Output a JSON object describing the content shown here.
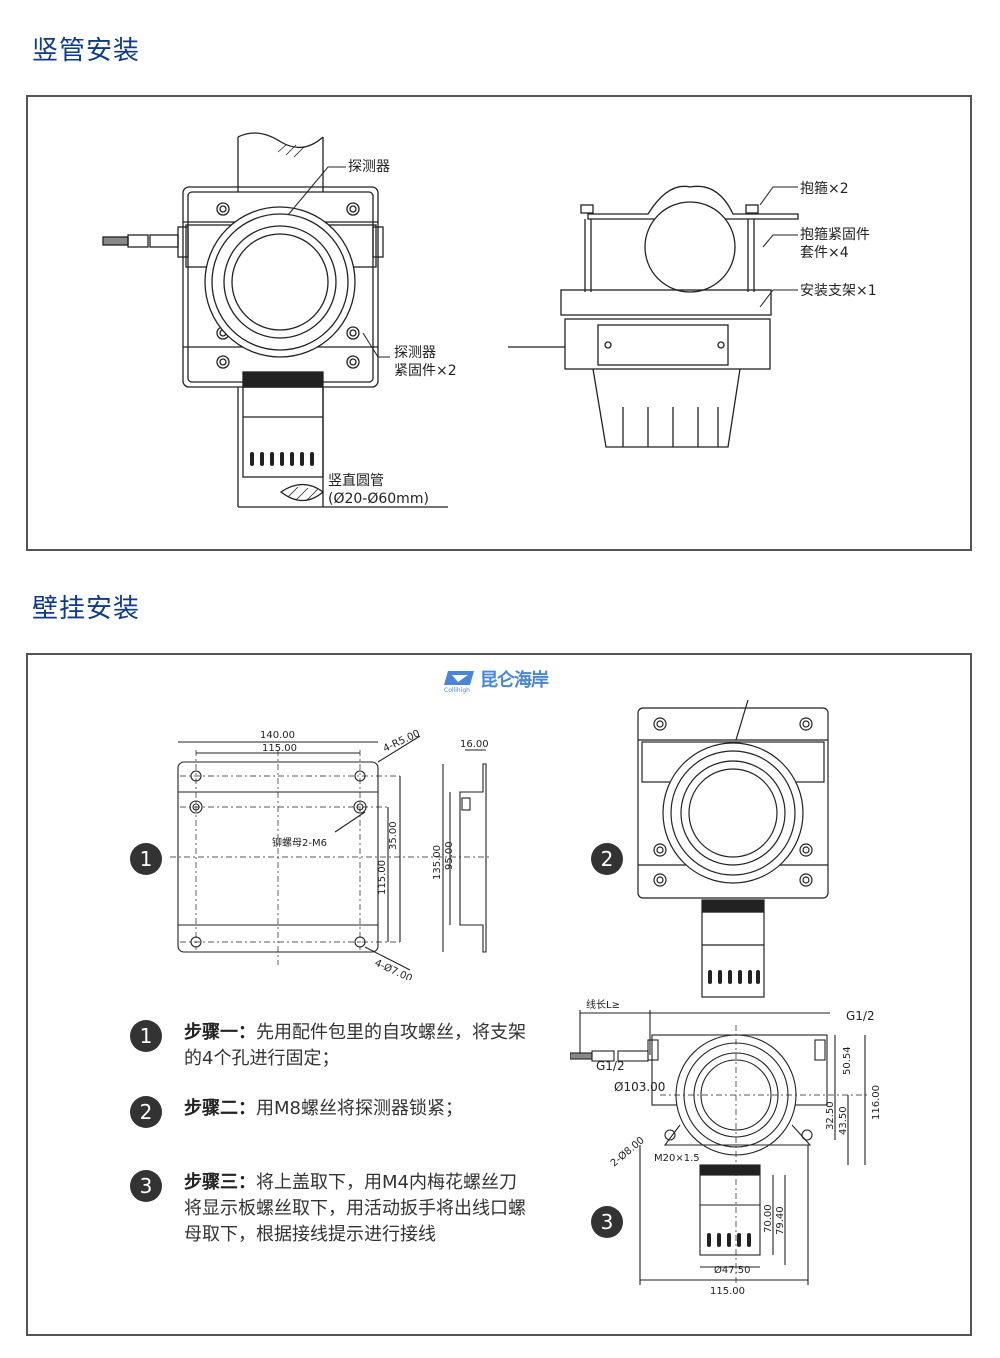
{
  "sections": {
    "vertical_pipe": {
      "title": "竖管安装",
      "labels": {
        "detector": "探测器",
        "detector_fastener_line1": "探测器",
        "detector_fastener_line2": "紧固件×2",
        "pipe_line1": "竖直圆管",
        "pipe_line2": "(Ø20-Ø60mm)",
        "clamp": "抱箍×2",
        "clamp_fastener_line1": "抱箍紧固件",
        "clamp_fastener_line2": "套件×4",
        "bracket": "安装支架×1"
      }
    },
    "wall_mount": {
      "title": "壁挂安装",
      "logo": {
        "brand": "昆仑海岸",
        "sub": "Collihigh"
      },
      "bracket_drawing": {
        "dims": {
          "w140": "140.00",
          "w115": "115.00",
          "r5": "4-R5.00",
          "d16": "16.00",
          "h35": "35.00",
          "h115": "115.00",
          "h135": "135.00",
          "h95": "95.00",
          "hole7": "4-Ø7.00",
          "nut": "铆螺母2-M6"
        }
      },
      "detector_drawing": {
        "dims": {
          "cable": "线长L≥",
          "g12_right": "G1/2",
          "g12_left": "G1/2",
          "d103": "Ø103.00",
          "h5054": "50.54",
          "h3250": "32.50",
          "h4350": "43.50",
          "h116": "116.00",
          "hole8": "2-Ø8.00",
          "m20": "M20×1.5",
          "h70": "70.00",
          "h7940": "79.40",
          "d4750": "Ø47.50",
          "w115": "115.00"
        }
      },
      "figure_badges": [
        "1",
        "2",
        "3"
      ],
      "steps": [
        {
          "num": "1",
          "title": "步骤一：",
          "text": "先用配件包里的自攻螺丝，将支架的4个孔进行固定；"
        },
        {
          "num": "2",
          "title": "步骤二：",
          "text": "用M8螺丝将探测器锁紧；"
        },
        {
          "num": "3",
          "title": "步骤三：",
          "text": "将上盖取下，用M4内梅花螺丝刀将显示板螺丝取下，用活动扳手将出线口螺母取下，根据接线提示进行接线"
        }
      ]
    }
  },
  "colors": {
    "title": "#0d3a8c",
    "logo": "#4a86d8",
    "badge": "#333333",
    "border": "#555555"
  }
}
